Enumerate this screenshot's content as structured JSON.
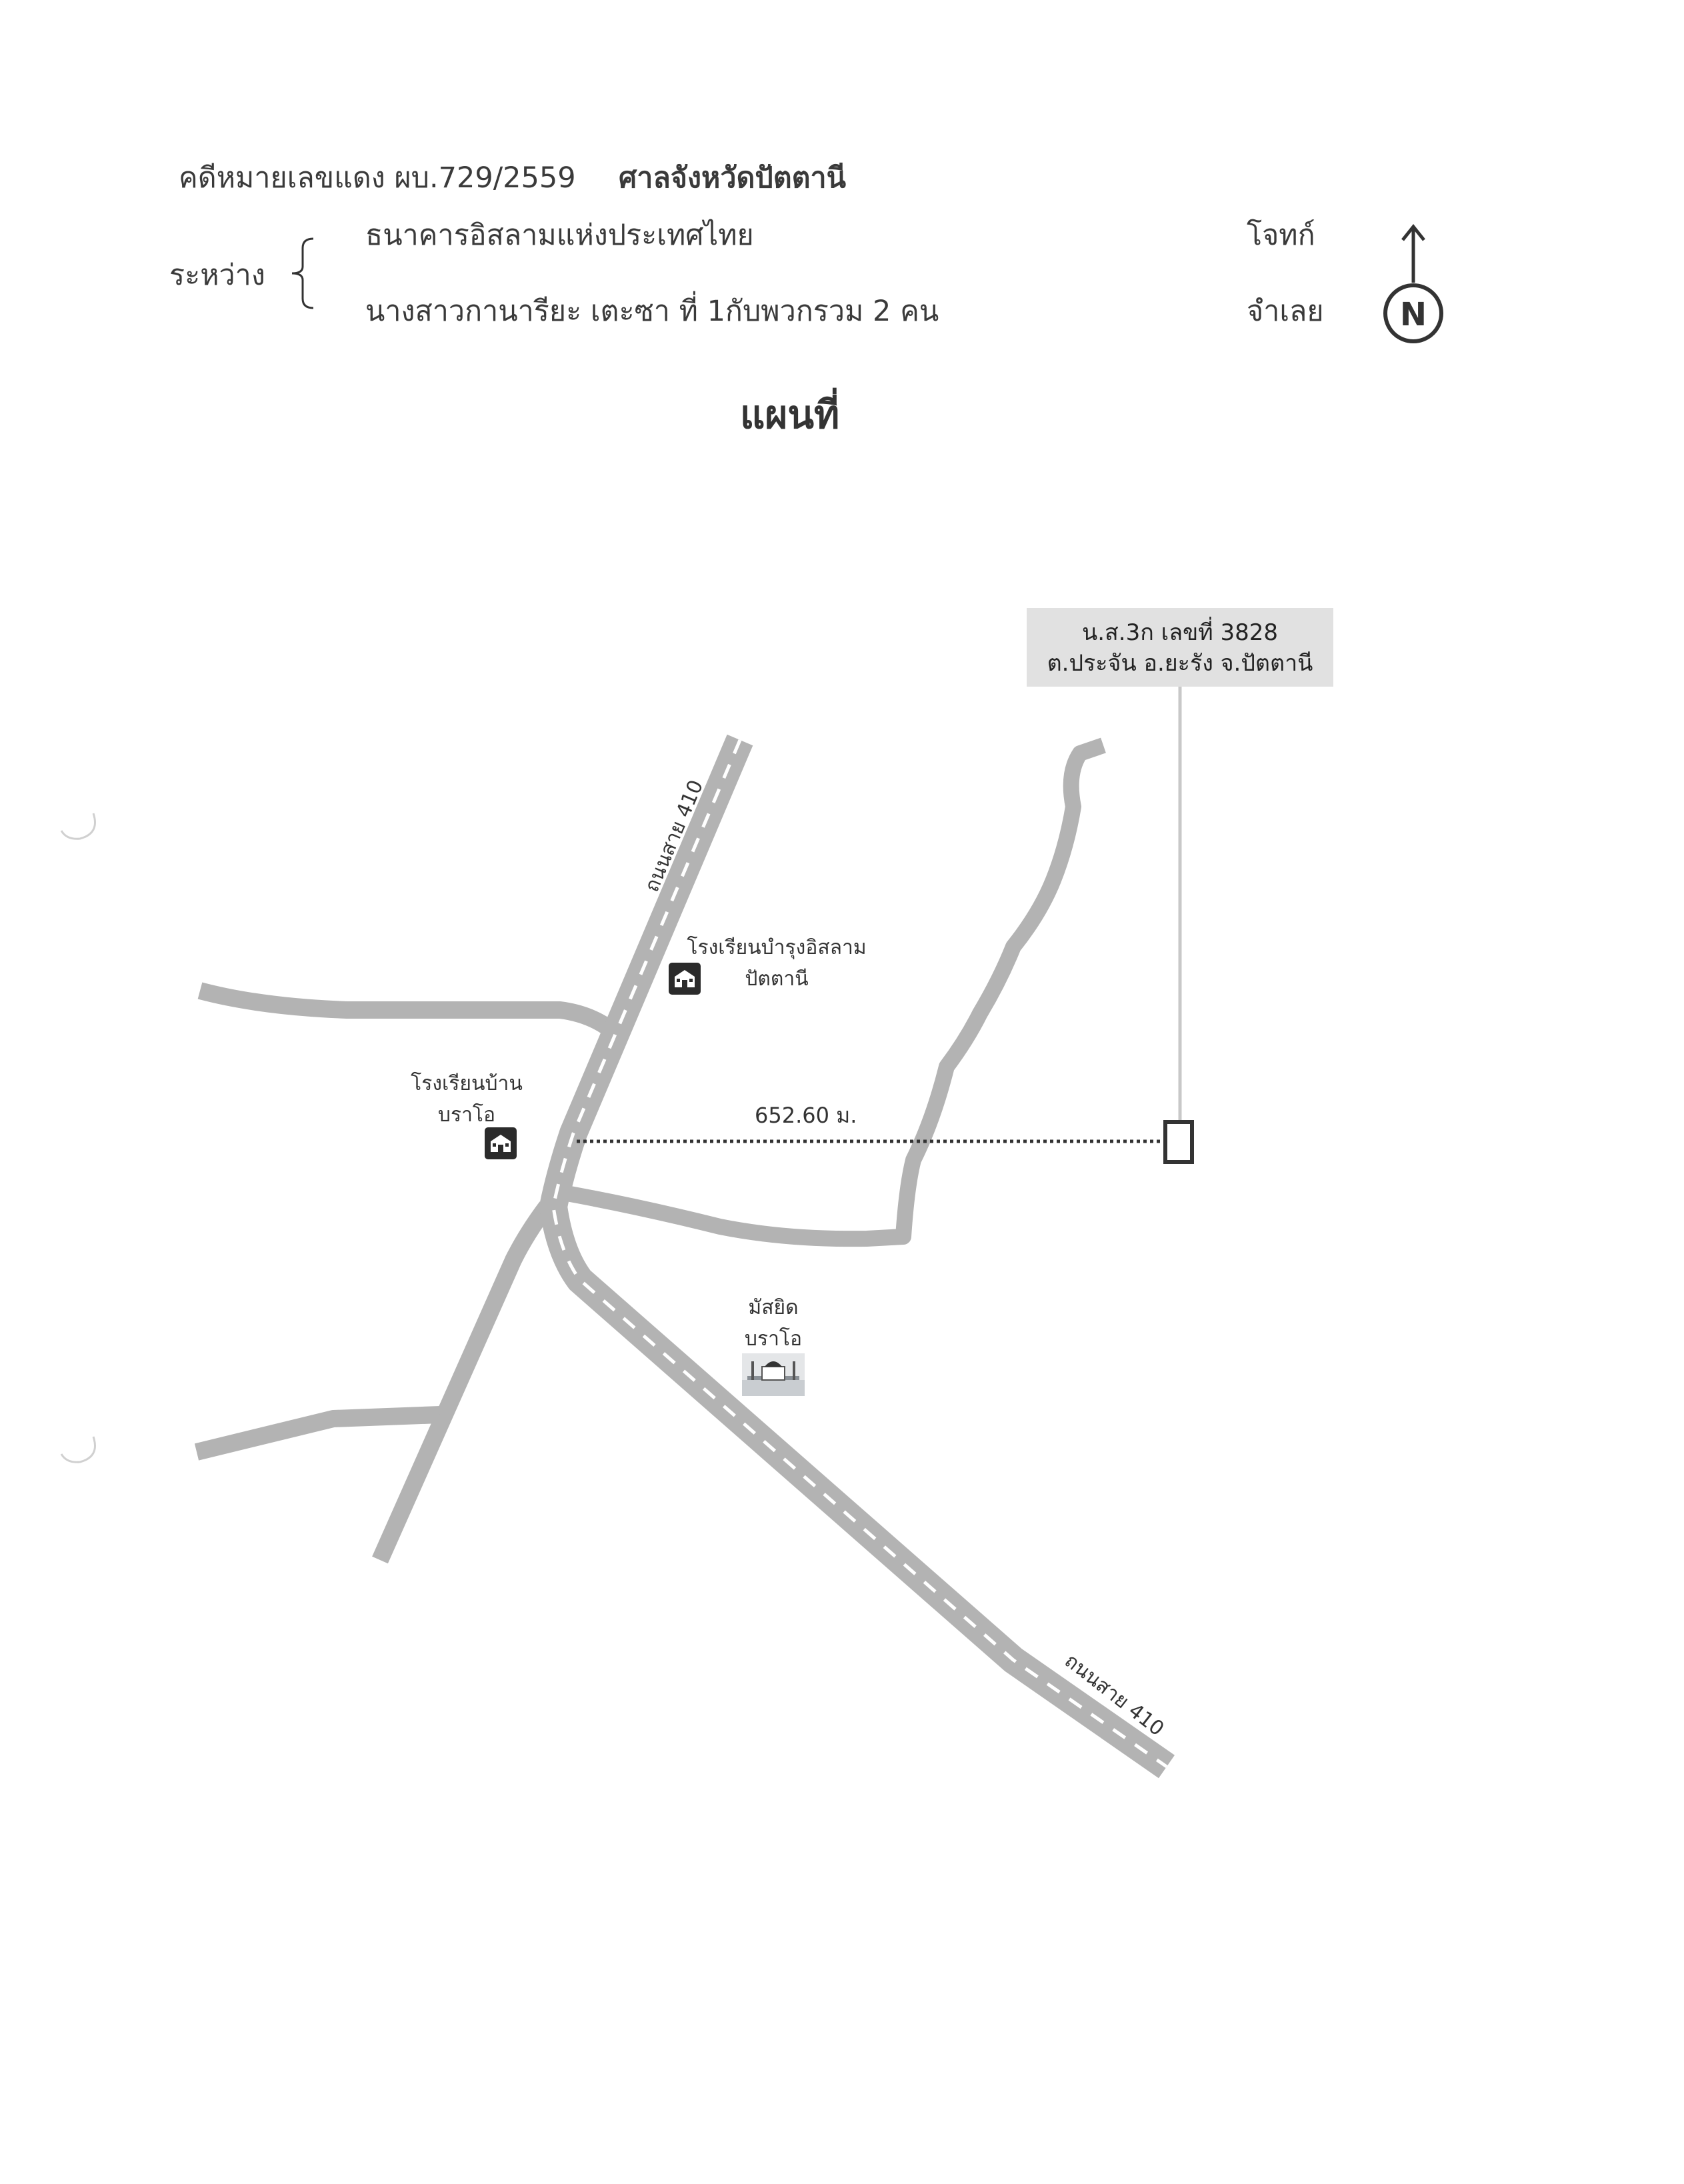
{
  "header": {
    "case_number": "คดีหมายเลขแดง ผบ.729/2559",
    "court": "ศาลจังหวัดปัตตานี",
    "between_label": "ระหว่าง",
    "plaintiff_name": "ธนาคารอิสลามแห่งประเทศไทย",
    "plaintiff_role": "โจทก์",
    "defendant_name": "นางสาวกานารียะ  เตะซา  ที่ 1กับพวกรวม 2 คน",
    "defendant_role": "จำเลย"
  },
  "compass": {
    "letter": "N",
    "icon": "north-arrow-icon"
  },
  "title": "แผนที่",
  "map": {
    "parcel": {
      "line1": "น.ส.3ก เลขที่ 3828",
      "line2": "ต.ประจัน อ.ยะรัง จ.ปัตตานี"
    },
    "distance_label": "652.60 ม.",
    "road_label_north": "ถนนสาย 410",
    "road_label_south": "ถนนสาย 410",
    "landmarks": {
      "school_1": {
        "line1": "โรงเรียนบำรุงอิสลาม",
        "line2": "ปัตตานี",
        "icon": "school-icon"
      },
      "school_2": {
        "line1": "โรงเรียนบ้าน",
        "line2": "บราโอ",
        "icon": "school-icon"
      },
      "mosque": {
        "line1": "มัสยิด",
        "line2": "บราโอ",
        "icon": "mosque-icon"
      }
    },
    "colors": {
      "road": "#b3b3b3",
      "road_dash": "#ffffff",
      "parcel_box": "#e1e1e1"
    }
  }
}
